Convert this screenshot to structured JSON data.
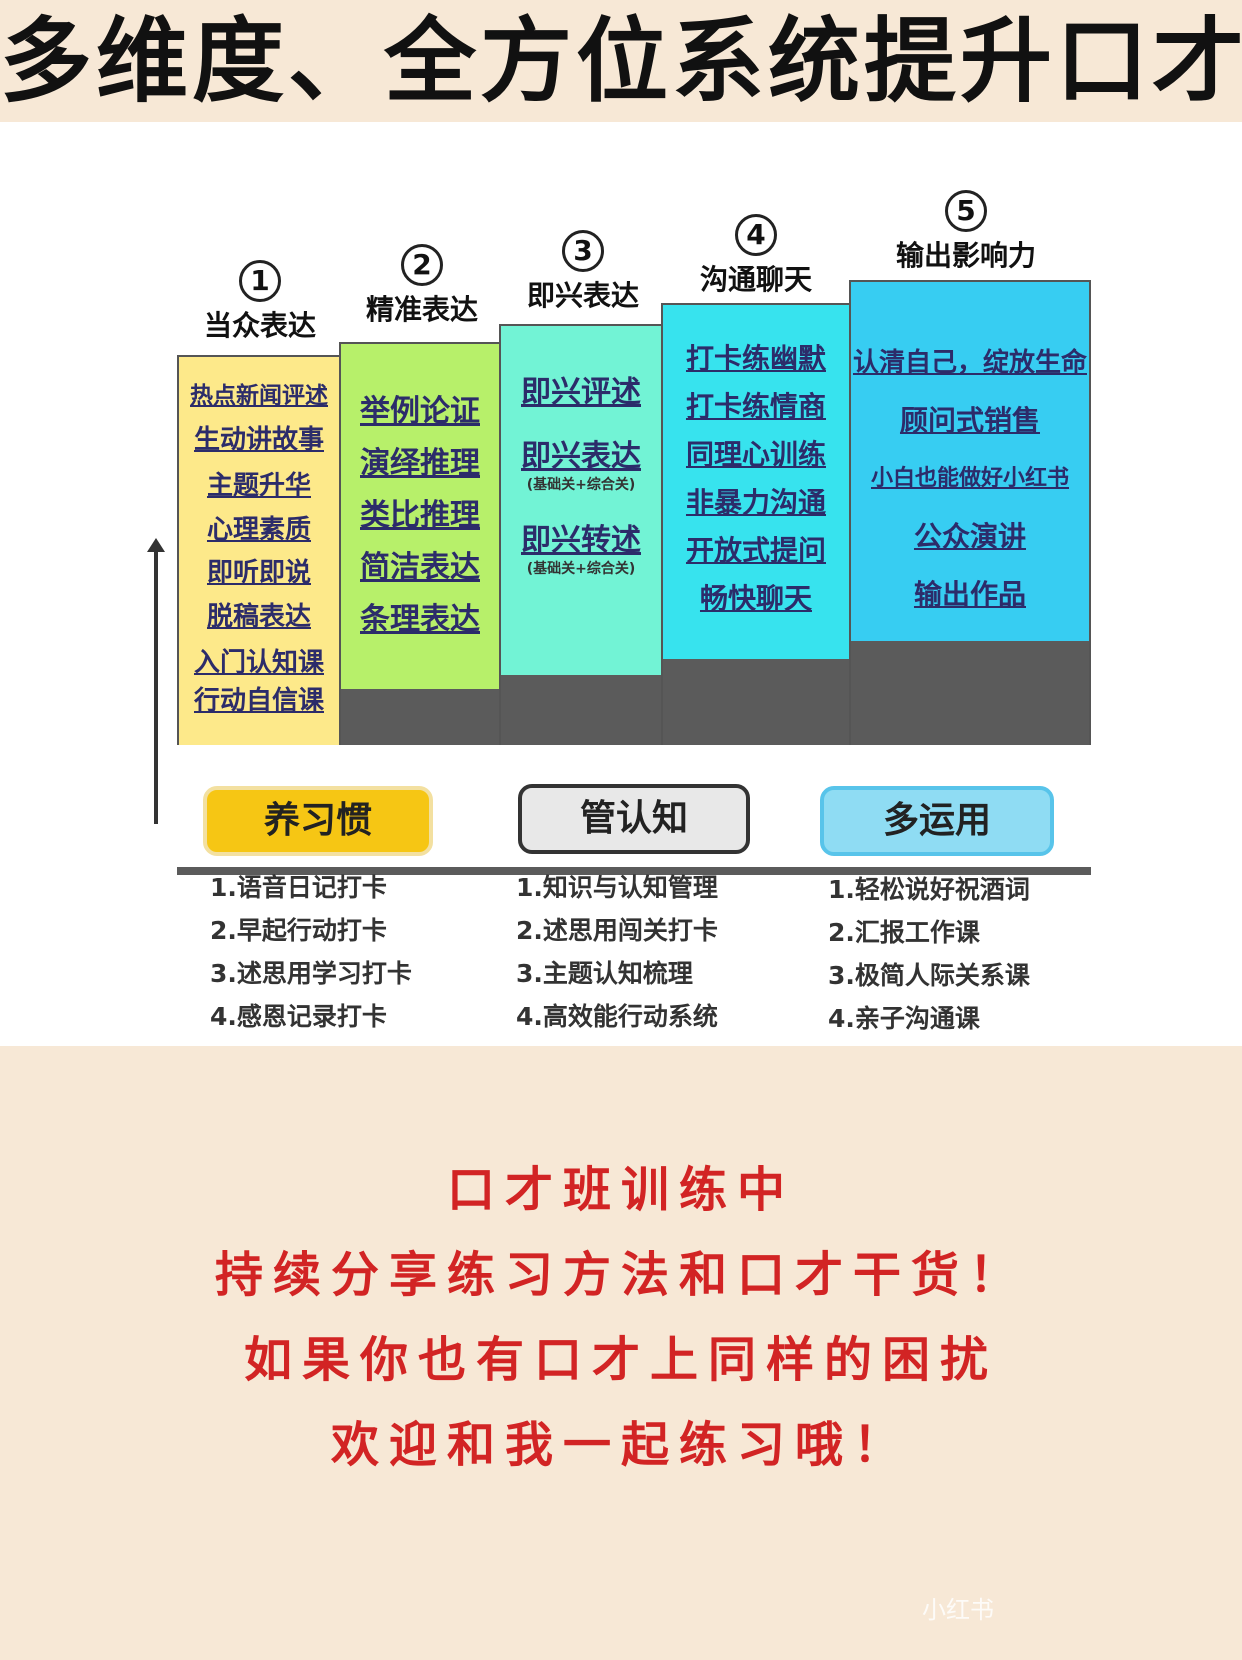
{
  "title": "多维度、全方位系统提升口才",
  "colors": {
    "background": "#f7e8d6",
    "panel": "#ffffff",
    "step1": "#fde98a",
    "step2": "#b7f06a",
    "step3": "#72f3d5",
    "step4": "#37e3ee",
    "step5": "#37cdf2",
    "base": "#5b5b5b",
    "accent_text": "#d22424"
  },
  "steps": [
    {
      "num": "1",
      "title": "当众表达",
      "items": [
        "热点新闻评述",
        "生动讲故事",
        "主题升华",
        "心理素质",
        "即听即说",
        "脱稿表达",
        "入门认知课",
        "行动自信课"
      ]
    },
    {
      "num": "2",
      "title": "精准表达",
      "items": [
        "举例论证",
        "演绎推理",
        "类比推理",
        "简洁表达",
        "条理表达"
      ]
    },
    {
      "num": "3",
      "title": "即兴表达",
      "items": [
        "即兴评述",
        "即兴表达",
        "(基础关+综合关)",
        "即兴转述",
        "(基础关+综合关)"
      ]
    },
    {
      "num": "4",
      "title": "沟通聊天",
      "items": [
        "打卡练幽默",
        "打卡练情商",
        "同理心训练",
        "非暴力沟通",
        "开放式提问",
        "畅快聊天"
      ]
    },
    {
      "num": "5",
      "title": "输出影响力",
      "items": [
        "认清自己，绽放生命",
        "顾问式销售",
        "小白也能做好小红书",
        "公众演讲",
        "输出作品"
      ]
    }
  ],
  "groups": [
    {
      "label": "养习惯",
      "items": [
        "1.语音日记打卡",
        "2.早起行动打卡",
        "3.述思用学习打卡",
        "4.感恩记录打卡"
      ]
    },
    {
      "label": "管认知",
      "items": [
        "1.知识与认知管理",
        "2.述思用闯关打卡",
        "3.主题认知梳理",
        "4.高效能行动系统"
      ]
    },
    {
      "label": "多运用",
      "items": [
        "1.轻松说好祝酒词",
        "2.汇报工作课",
        "3.极简人际关系课",
        "4.亲子沟通课"
      ]
    }
  ],
  "message": [
    "口才班训练中",
    "持续分享练习方法和口才干货！",
    "如果你也有口才上同样的困扰",
    "欢迎和我一起练习哦！"
  ],
  "watermark": "小红书"
}
